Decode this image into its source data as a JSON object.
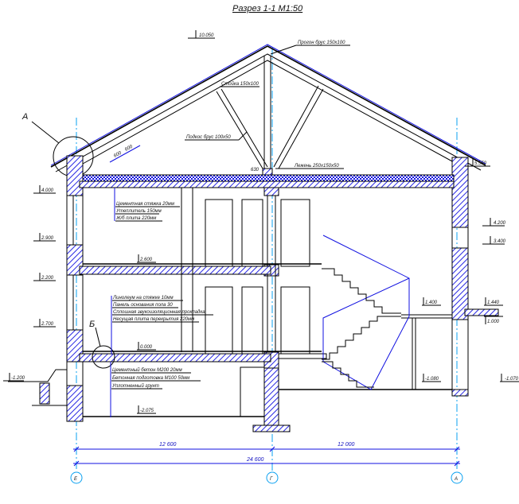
{
  "title": "Разрез 1-1 М1:50",
  "colors": {
    "hatch": "#1010e0",
    "axis": "#0aa0f0",
    "line": "#000000"
  },
  "labels": {
    "ridge_purlin": "Прогон брус 150х100",
    "post": "Стойка 150х100",
    "strut": "Подкос брус 100х50",
    "sill": "Лежень 250х150х50",
    "attic_floor": [
      "Цементная стяжка 20мм",
      "Утеплитель 150мм",
      "Ж/б плита 220мм"
    ],
    "second_floor": [
      "Линолеум на стяжке 10мм",
      "Панель основания пола 30",
      "Сплошная звукоизоляционная прокладка",
      "Несущая плита перекрытия 220мм"
    ],
    "ground_floor": [
      "Цементный бетон М200 20мм",
      "Бетонная подготовка М100 50мм",
      "Уплотненный грунт"
    ],
    "callout_a": "А",
    "callout_b": "Б",
    "eave_dim_1": "600",
    "eave_dim_2": "600",
    "beam_mark": "630"
  },
  "levels": {
    "top": "10.050",
    "eave_right": "5.550",
    "left": [
      "4.000",
      "2.900",
      "2.200",
      "2.700"
    ],
    "ground_left": "-1.200",
    "second_floor": "2.600",
    "first_floor": "0.000",
    "basement": "-2.075",
    "right": [
      "4.200",
      "3.400",
      "1.440",
      "1.000",
      "-1.070"
    ],
    "landing": "1.400",
    "stair_bottom": "-1.080"
  },
  "dimensions": {
    "left_span": "12 600",
    "right_span": "12 000",
    "total": "24 600"
  },
  "axes": [
    "Е",
    "Г",
    "А"
  ]
}
